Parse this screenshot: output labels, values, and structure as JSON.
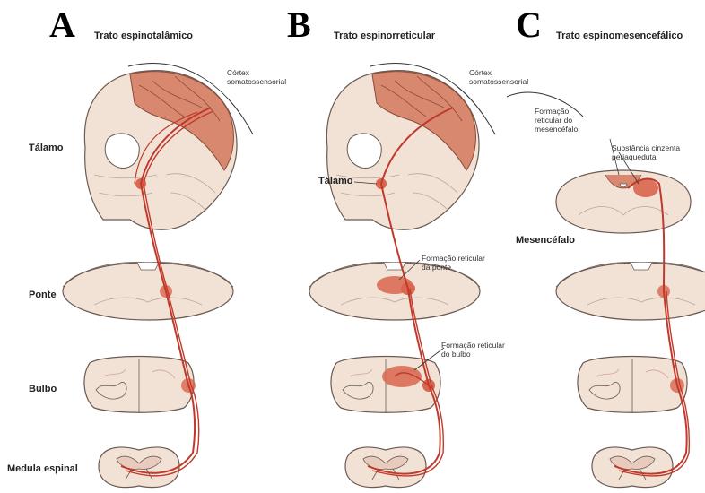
{
  "panels": [
    {
      "letter": "A",
      "title": "Trato espinotalâmico"
    },
    {
      "letter": "B",
      "title": "Trato espinorreticular"
    },
    {
      "letter": "C",
      "title": "Trato espinomesencefálico"
    }
  ],
  "regions": {
    "a_talamo": "Tálamo",
    "a_ponte": "Ponte",
    "a_bulbo": "Bulbo",
    "a_medula": "Medula espinal",
    "b_talamo": "Tálamo",
    "c_mesencefalo": "Mesencéfalo"
  },
  "annotations": {
    "a_cortex_line1": "Córtex",
    "a_cortex_line2": "somatossensorial",
    "b_cortex_line1": "Córtex",
    "b_cortex_line2": "somatossensorial",
    "b_formacao_ponte_line1": "Formação reticular",
    "b_formacao_ponte_line2": "da ponte",
    "b_formacao_bulbo_line1": "Formação reticular",
    "b_formacao_bulbo_line2": "do bulbo",
    "c_formacao_line1": "Formação",
    "c_formacao_line2": "reticular do",
    "c_formacao_line3": "mesencéfalo",
    "c_substancia_line1": "Substância cinzenta",
    "c_substancia_line2": "periaquedutal"
  },
  "colors": {
    "tissue": "#f2e2d6",
    "tissue_outline": "#6a5a52",
    "cortex_highlight": "#d98870",
    "pathway": "#c0392b",
    "nucleus": "#d9664f"
  }
}
